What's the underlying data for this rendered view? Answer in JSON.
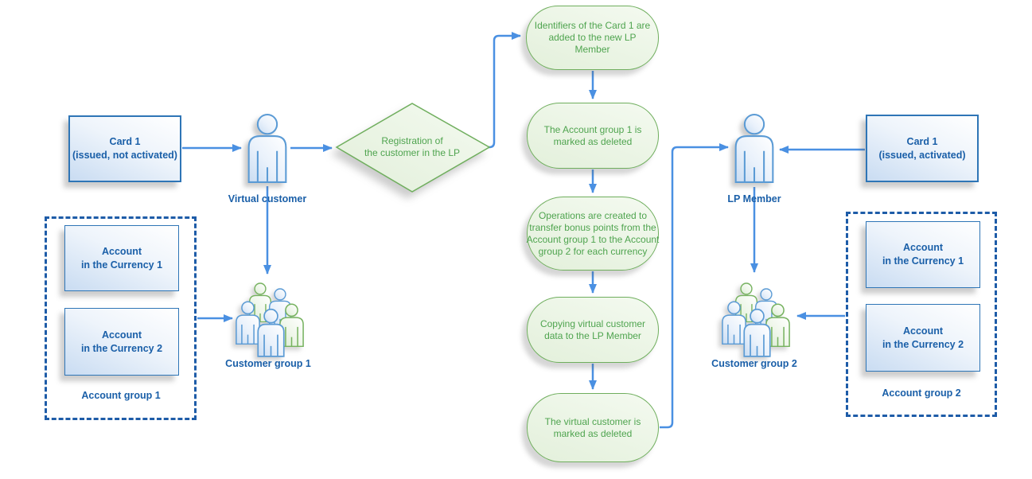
{
  "colors": {
    "connector_blue": "#4a90e2",
    "box_border_blue": "#2e75b6",
    "text_blue": "#1a5fa8",
    "dashed_border_blue": "#1e5ca8",
    "green_border": "#6fae5d",
    "green_text": "#4fa44f",
    "person_blue": "#5b9bd5",
    "person_green": "#76b25f"
  },
  "left": {
    "card": {
      "title": "Card 1",
      "subtitle": "(issued, not activated)"
    },
    "virtual_customer_label": "Virtual customer",
    "customer_group_label": "Customer group 1",
    "account_group": {
      "label": "Account group 1",
      "accounts": [
        {
          "title": "Account",
          "subtitle": "in the Currency 1"
        },
        {
          "title": "Account",
          "subtitle": "in the Currency 2"
        }
      ]
    }
  },
  "decision": {
    "line1": "Registration of",
    "line2": "the customer in the LP"
  },
  "steps": [
    "Identifiers of the Card 1 are added to the new LP Member",
    "The Account group 1 is marked as deleted",
    "Operations are created to transfer bonus points from the Account group 1 to the Account group 2 for each currency",
    "Copying virtual customer data to the LP Member",
    "The virtual customer is marked as deleted"
  ],
  "right": {
    "card": {
      "title": "Card 1",
      "subtitle": "(issued, activated)"
    },
    "lp_member_label": "LP Member",
    "customer_group_label": "Customer group 2",
    "account_group": {
      "label": "Account group 2",
      "accounts": [
        {
          "title": "Account",
          "subtitle": "in the Currency 1"
        },
        {
          "title": "Account",
          "subtitle": "in the Currency 2"
        }
      ]
    }
  }
}
